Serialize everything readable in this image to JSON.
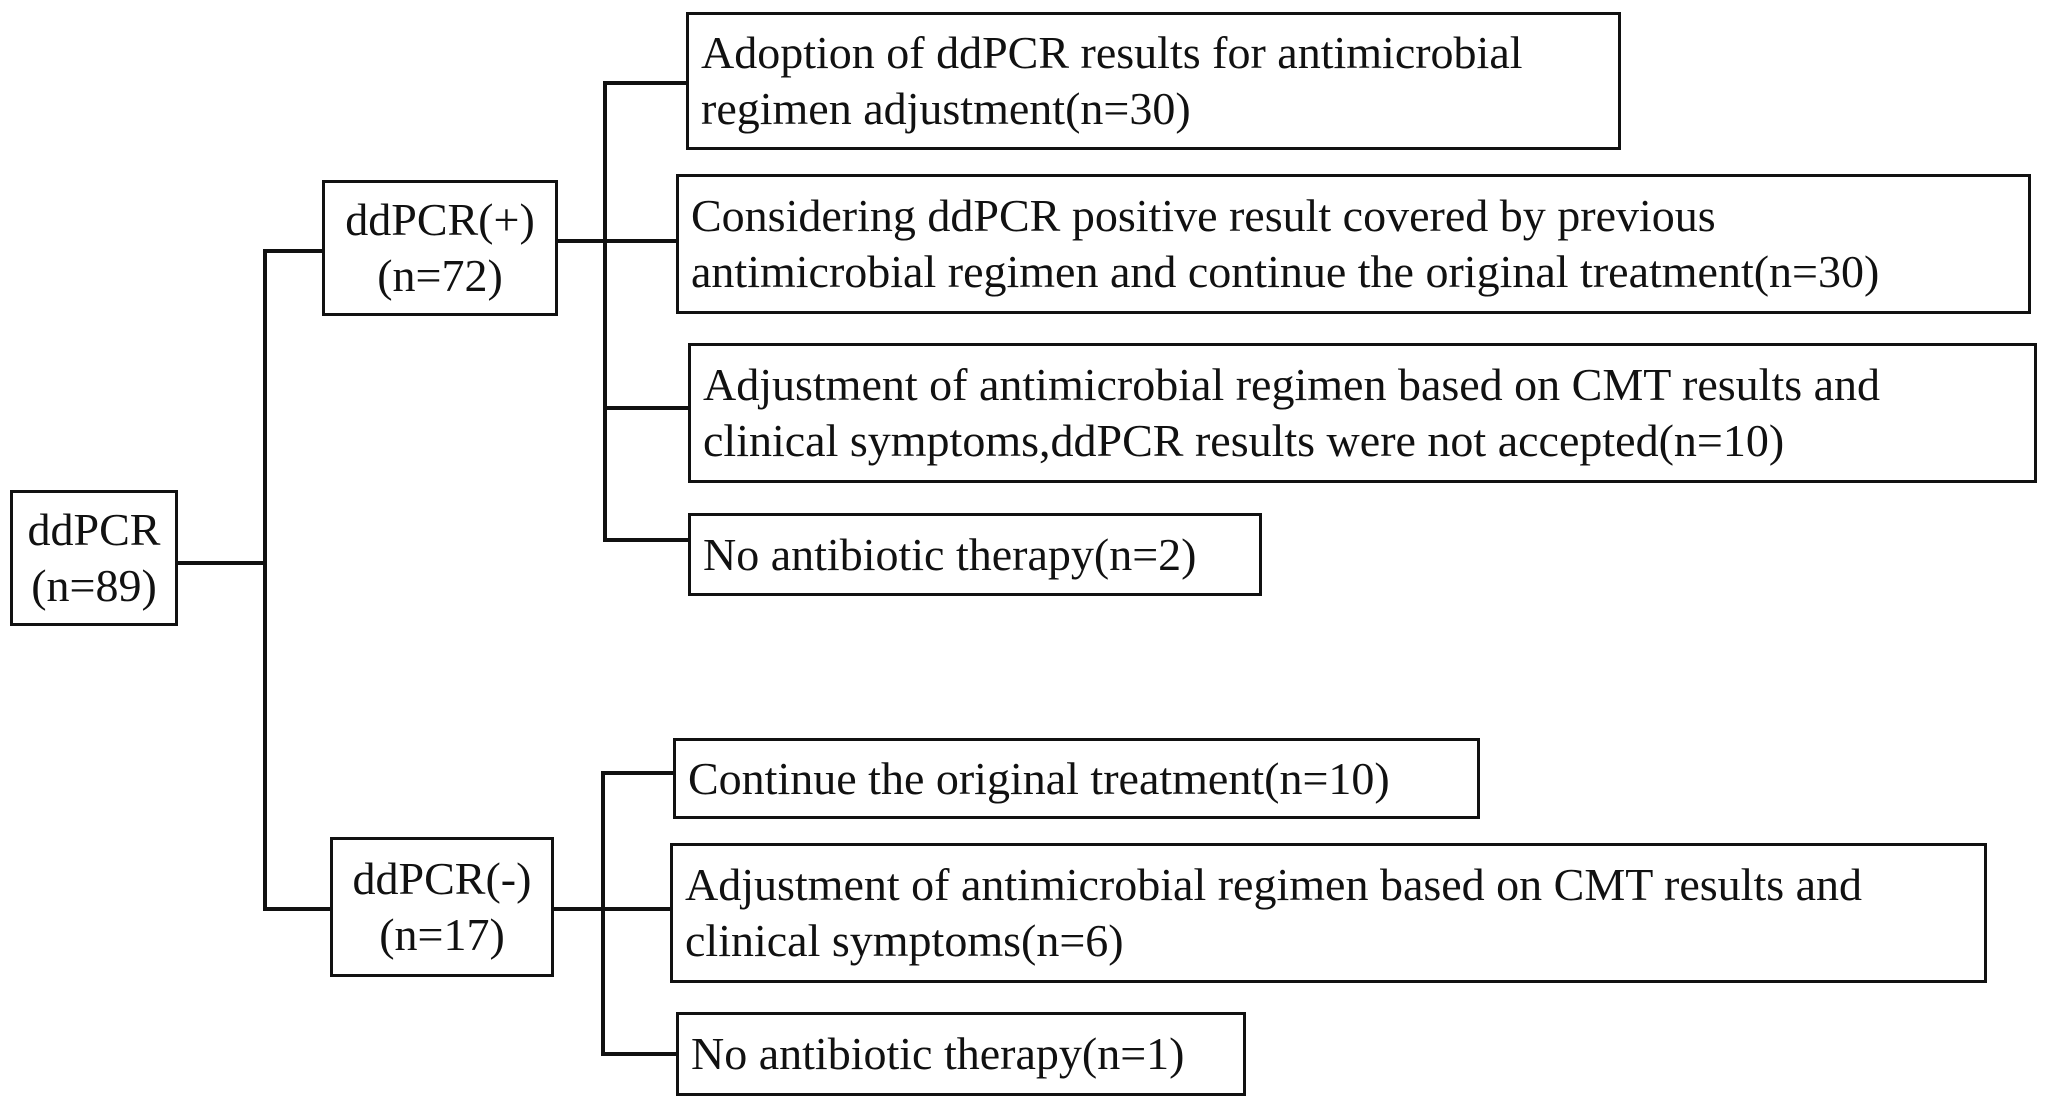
{
  "root": {
    "line1": "ddPCR",
    "line2": "(n=89)"
  },
  "positive": {
    "label": {
      "line1": "ddPCR(+)",
      "line2": "(n=72)"
    },
    "outcomes": [
      {
        "line1": "Adoption of ddPCR results for antimicrobial",
        "line2": "regimen adjustment(n=30)"
      },
      {
        "line1": "Considering ddPCR positive result covered by previous",
        "line2": "antimicrobial regimen and continue the original treatment(n=30)"
      },
      {
        "line1": "Adjustment of antimicrobial regimen based on CMT results and",
        "line2": "clinical symptoms,ddPCR results were not accepted(n=10)"
      },
      {
        "line1": "No antibiotic therapy(n=2)"
      }
    ]
  },
  "negative": {
    "label": {
      "line1": "ddPCR(-)",
      "line2": "(n=17)"
    },
    "outcomes": [
      {
        "line1": "Continue the original treatment(n=10)"
      },
      {
        "line1": "Adjustment of antimicrobial regimen based on CMT results and",
        "line2": "clinical symptoms(n=6)"
      },
      {
        "line1": "No antibiotic therapy(n=1)"
      }
    ]
  },
  "colors": {
    "line": "#111111",
    "background": "#ffffff"
  }
}
